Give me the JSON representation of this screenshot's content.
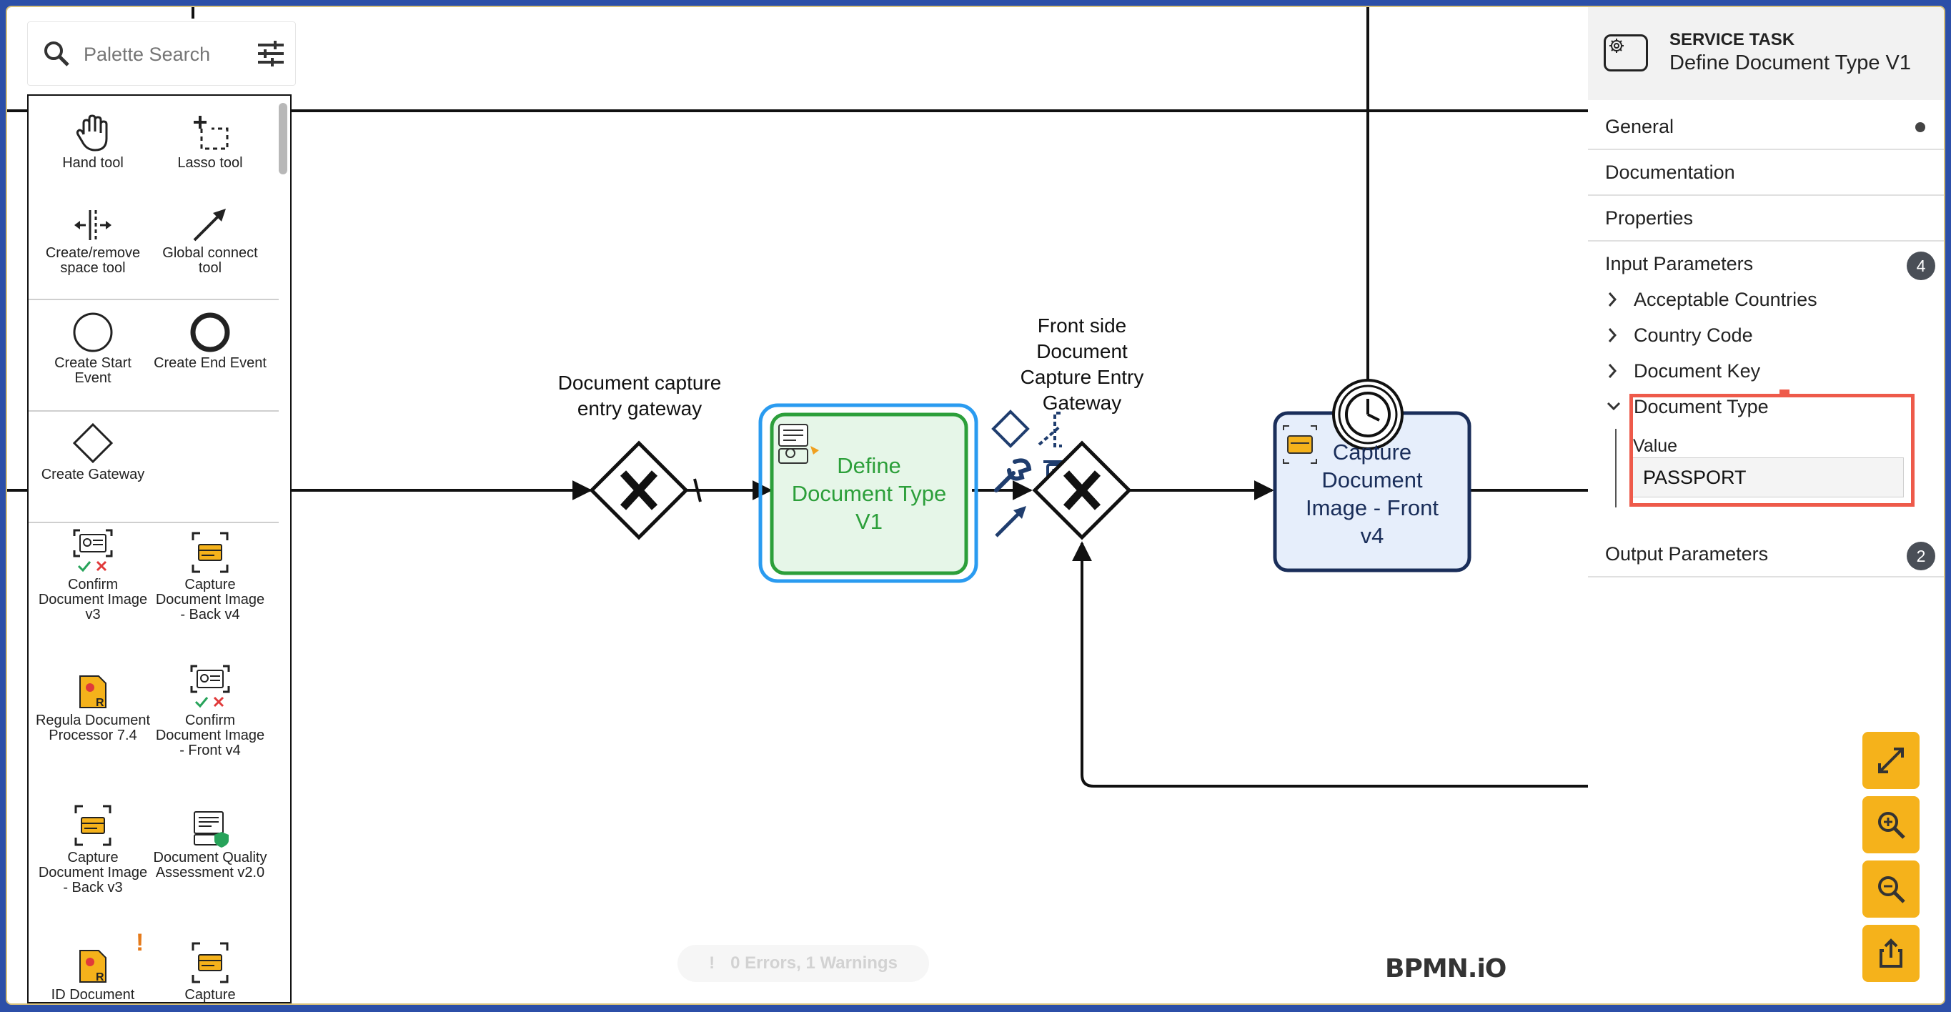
{
  "palette": {
    "search_placeholder": "Palette Search",
    "tools": [
      {
        "label": "Hand tool",
        "icon": "hand-icon"
      },
      {
        "label": "Lasso tool",
        "icon": "lasso-icon"
      },
      {
        "label": "Create/remove space tool",
        "icon": "space-tool-icon"
      },
      {
        "label": "Global connect tool",
        "icon": "connect-arrow-icon"
      },
      {
        "label": "Create Start Event",
        "icon": "start-event-icon"
      },
      {
        "label": "Create End Event",
        "icon": "end-event-icon"
      },
      {
        "label": "Create Gateway",
        "icon": "gateway-icon"
      },
      {
        "label": "Confirm Document Image v3",
        "icon": "confirm-document-icon"
      },
      {
        "label": "Capture Document Image - Back v4",
        "icon": "capture-document-icon"
      },
      {
        "label": "Regula Document Processor 7.4",
        "icon": "regula-processor-icon"
      },
      {
        "label": "Confirm Document Image - Front v4",
        "icon": "confirm-document-icon"
      },
      {
        "label": "Capture Document Image - Back v3",
        "icon": "capture-document-icon"
      },
      {
        "label": "Document Quality Assessment v2.0",
        "icon": "quality-assessment-icon"
      },
      {
        "label": "ID Document",
        "icon": "id-document-icon"
      },
      {
        "label": "Capture",
        "icon": "capture-document-icon"
      }
    ],
    "warning_mark": "!"
  },
  "diagram": {
    "gateway1_label": "Document capture entry gateway",
    "task1_label": "Define Document Type V1",
    "gateway2_label": "Front side Document Capture Entry Gateway",
    "task2_label": "Capture Document Image - Front v4"
  },
  "properties": {
    "element_type": "SERVICE TASK",
    "element_name": "Define Document Type V1",
    "groups": {
      "general": "General",
      "documentation": "Documentation",
      "properties": "Properties",
      "input_parameters": "Input Parameters",
      "input_count": "4",
      "output_parameters": "Output Parameters",
      "output_count": "2"
    },
    "inputs": [
      "Acceptable Countries",
      "Country Code",
      "Document Key",
      "Document Type"
    ],
    "value_label": "Value",
    "document_type_value": "PASSPORT"
  },
  "status": {
    "text": "0 Errors, 1 Warnings"
  },
  "brand": {
    "logo": "BPMN.iO"
  },
  "colors": {
    "accent_zoom": "#f5b21b",
    "selected_task_border": "#2c9f3a",
    "selection_outline": "#2a9bf0",
    "task2_fill": "#e6eefb",
    "highlight_box": "#ee5a4a"
  }
}
